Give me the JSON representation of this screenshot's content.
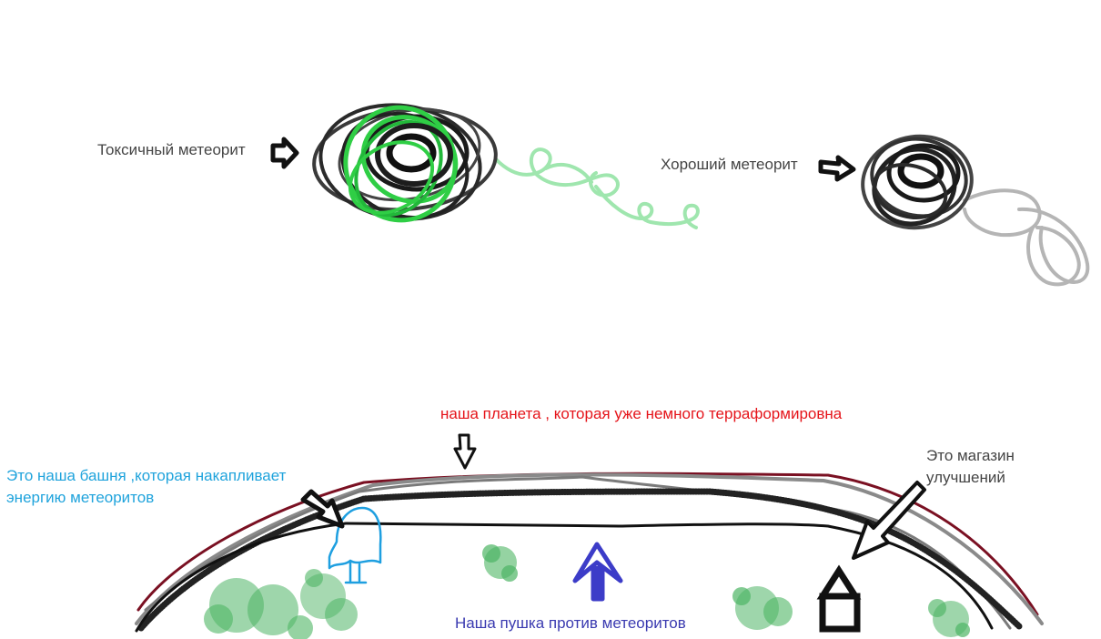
{
  "labels": {
    "toxic_meteor": "Токсичный метеорит",
    "good_meteor": "Хороший метеорит",
    "planet": "наша планета , которая уже немного терраформировна",
    "tower_line1": "Это наша башня ,которая накапливает",
    "tower_line2": "энергию метеоритов",
    "shop_line1": "Это магазин",
    "shop_line2": "улучшений",
    "cannon": "Наша пушка против метеоритов"
  },
  "colors": {
    "toxic_label": "#444444",
    "good_label": "#444444",
    "planet_label": "#e5141a",
    "tower_label": "#1fa3dc",
    "shop_label": "#444444",
    "cannon_label": "#3a3ab0",
    "toxic_green": "#2fce45",
    "toxic_tail": "#9fe6ae",
    "good_tail": "#b5b5b5",
    "planet_outline": "#7a1022",
    "tree_green": "#2fa84a",
    "tower_blue": "#1e9fe0",
    "cannon_blue": "#3c3cc8"
  },
  "icons": {
    "arrow_toxic": "arrow-right-icon",
    "arrow_good": "arrow-right-icon",
    "arrow_planet": "arrow-down-icon",
    "arrow_tower": "arrow-down-right-icon",
    "arrow_shop": "arrow-down-left-icon",
    "cannon": "arrow-up-icon",
    "shop": "house-icon",
    "tower": "tower-icon"
  }
}
